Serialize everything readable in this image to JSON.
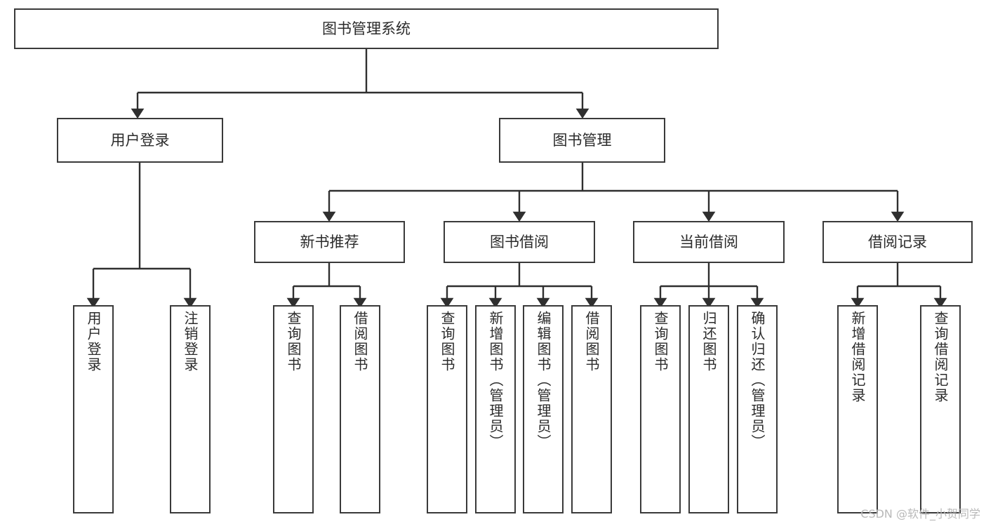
{
  "diagram": {
    "title": "图书管理系统",
    "type": "tree-hierarchy-chart",
    "root": {
      "id": "root",
      "label": "图书管理系统",
      "level": 1,
      "orientation": "horizontal"
    },
    "level2": [
      {
        "id": "user-login",
        "label": "用户登录",
        "orientation": "horizontal"
      },
      {
        "id": "book-management",
        "label": "图书管理",
        "orientation": "horizontal"
      }
    ],
    "level3": [
      {
        "id": "new-book-recommend",
        "label": "新书推荐",
        "parent": "book-management",
        "orientation": "horizontal"
      },
      {
        "id": "book-borrow",
        "label": "图书借阅",
        "parent": "book-management",
        "orientation": "horizontal"
      },
      {
        "id": "current-borrow",
        "label": "当前借阅",
        "parent": "book-management",
        "orientation": "horizontal"
      },
      {
        "id": "borrow-record",
        "label": "借阅记录",
        "parent": "book-management",
        "orientation": "horizontal"
      }
    ],
    "leaves": [
      {
        "id": "leaf-user-login",
        "label": "用户登录",
        "parent": "user-login",
        "orientation": "vertical"
      },
      {
        "id": "leaf-logout-login",
        "label": "注销登录",
        "parent": "user-login",
        "orientation": "vertical"
      },
      {
        "id": "leaf-query-book-1",
        "label": "查询图书",
        "parent": "new-book-recommend",
        "orientation": "vertical"
      },
      {
        "id": "leaf-borrow-book-1",
        "label": "借阅图书",
        "parent": "new-book-recommend",
        "orientation": "vertical"
      },
      {
        "id": "leaf-query-book-2",
        "label": "查询图书",
        "parent": "book-borrow",
        "orientation": "vertical"
      },
      {
        "id": "leaf-add-book",
        "label": "新增图书（管理员）",
        "parent": "book-borrow",
        "orientation": "vertical"
      },
      {
        "id": "leaf-edit-book",
        "label": "编辑图书（管理员）",
        "parent": "book-borrow",
        "orientation": "vertical"
      },
      {
        "id": "leaf-borrow-book-2",
        "label": "借阅图书",
        "parent": "book-borrow",
        "orientation": "vertical"
      },
      {
        "id": "leaf-query-book-3",
        "label": "查询图书",
        "parent": "current-borrow",
        "orientation": "vertical"
      },
      {
        "id": "leaf-return-book",
        "label": "归还图书",
        "parent": "current-borrow",
        "orientation": "vertical"
      },
      {
        "id": "leaf-confirm-return",
        "label": "确认归还（管理员）",
        "parent": "current-borrow",
        "orientation": "vertical"
      },
      {
        "id": "leaf-add-record",
        "label": "新增借阅记录",
        "parent": "borrow-record",
        "orientation": "vertical"
      },
      {
        "id": "leaf-query-record",
        "label": "查询借阅记录",
        "parent": "borrow-record",
        "orientation": "vertical"
      }
    ]
  },
  "watermark": {
    "text": "CSDN @软件_小贺同学"
  },
  "colors": {
    "stroke": "#3a3a3a",
    "text": "#2b2b2b",
    "background": "#ffffff",
    "watermark": "#b9b9b9"
  }
}
